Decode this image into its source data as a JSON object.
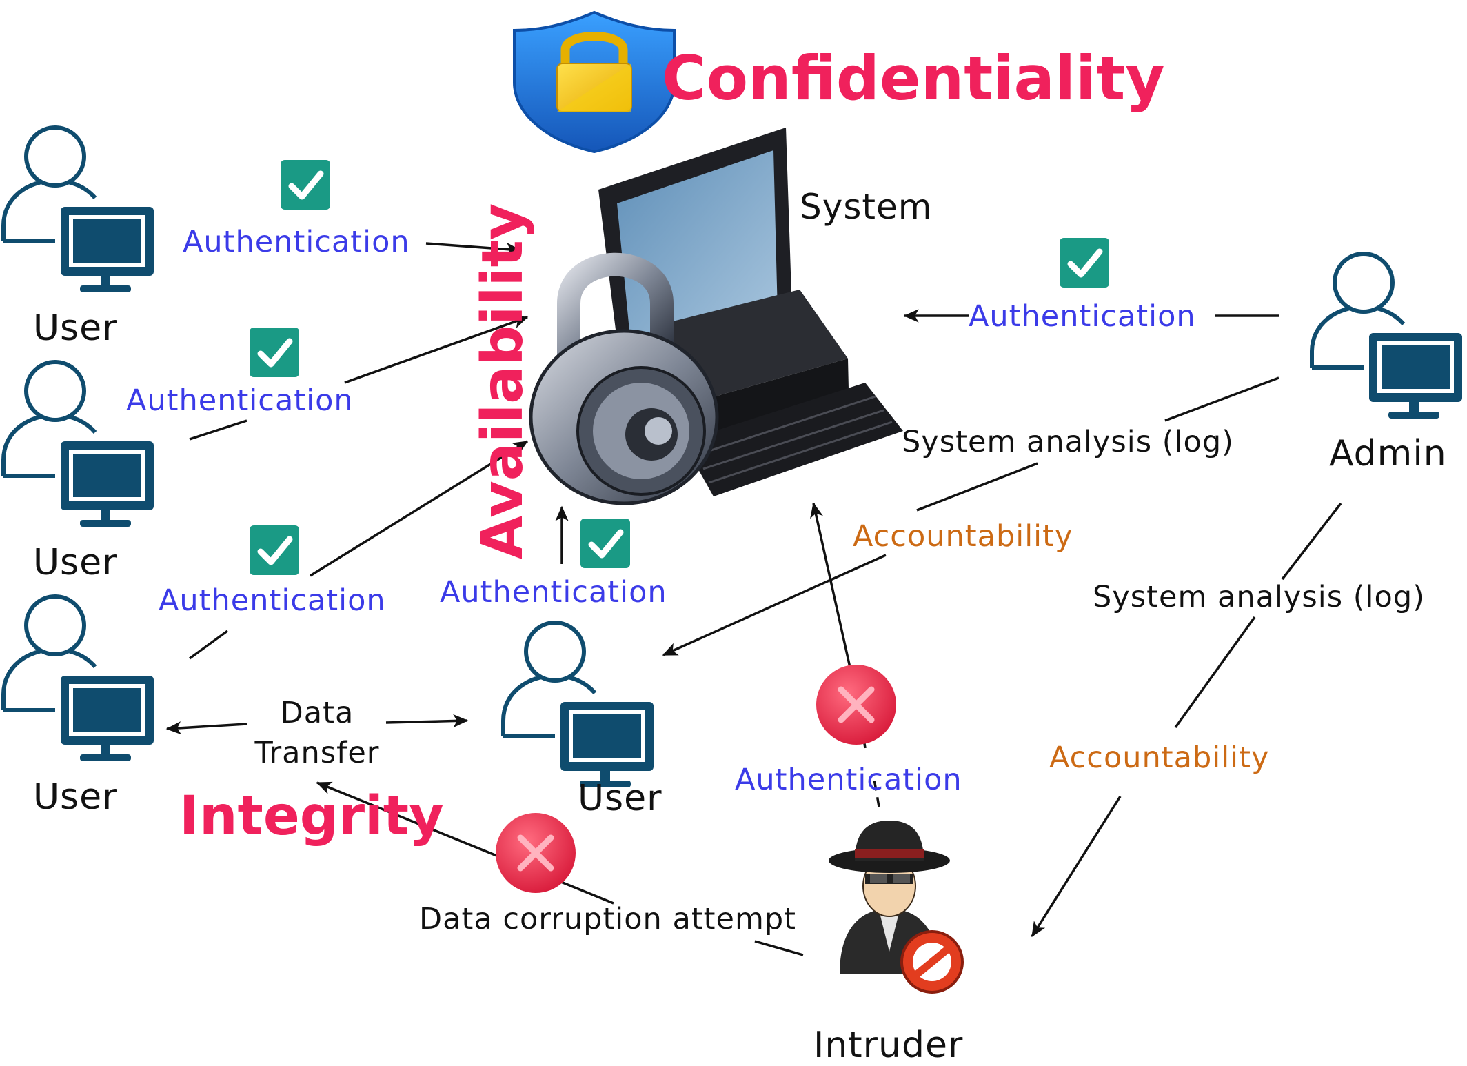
{
  "labels": {
    "confidentiality": "Confidentiality",
    "availability": "Availability",
    "integrity": "Integrity",
    "system": "System",
    "admin": "Admin",
    "intruder": "Intruder",
    "user": "User",
    "authentication": "Authentication",
    "system_analysis_log": "System analysis (log)",
    "accountability": "Accountability",
    "data_transfer_line1": "Data",
    "data_transfer_line2": "Transfer",
    "data_corruption_attempt": "Data corruption attempt"
  },
  "colors": {
    "pillar": "#f0215c",
    "authentication": "#3b3be8",
    "accountability": "#cc6a14",
    "user_icon": "#0f4c6e",
    "check_badge": "#1a9a85",
    "deny_badge": "#e8324d",
    "shield": "#1f6fd6",
    "lock": "#f5c400"
  },
  "icons": {
    "shield": "shield-lock-icon",
    "system": "computer-padlock-icon",
    "user": "user-computer-icon",
    "granted": "check-badge-icon",
    "denied": "x-badge-icon",
    "intruder": "spy-intruder-icon",
    "blocked": "prohibited-icon"
  }
}
